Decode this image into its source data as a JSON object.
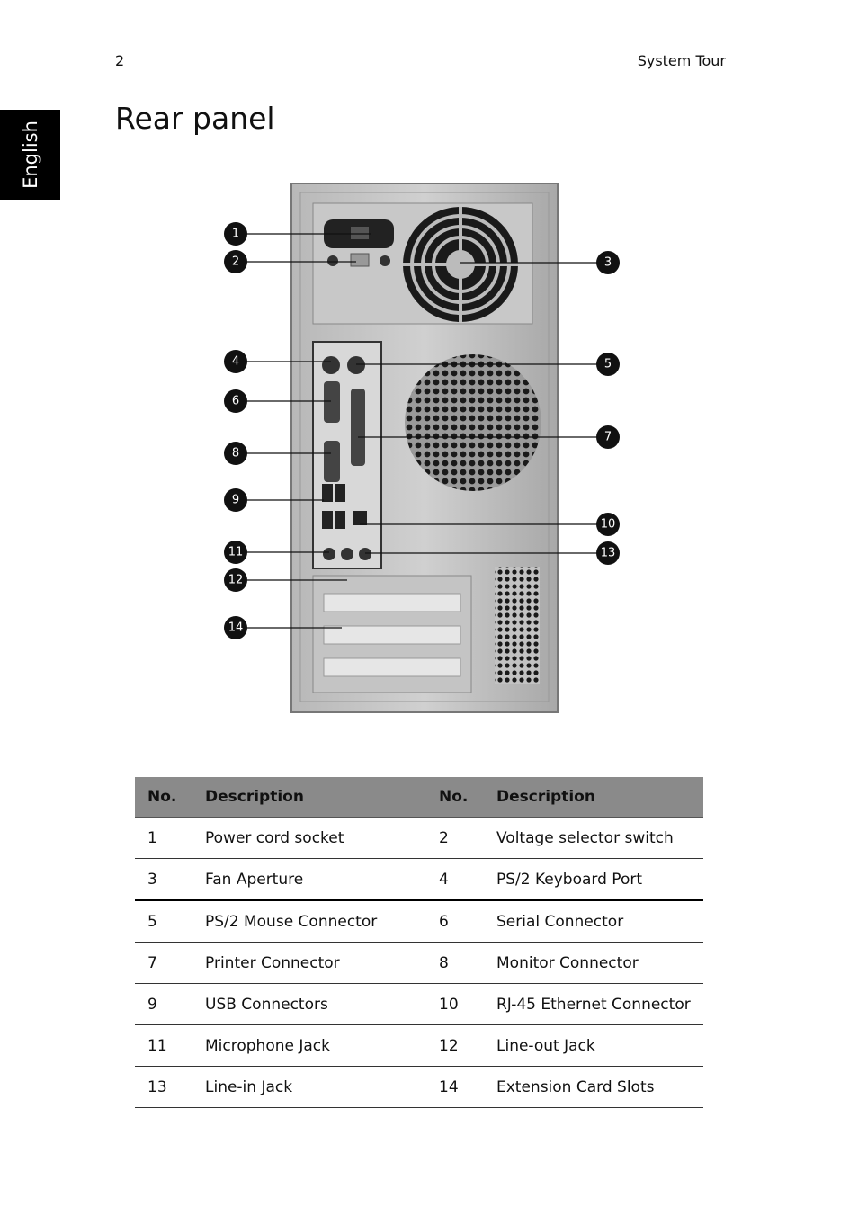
{
  "header": {
    "page_number": "2",
    "section": "System Tour"
  },
  "side_tab": {
    "label": "English"
  },
  "title": "Rear panel",
  "figure": {
    "callouts": [
      "1",
      "2",
      "3",
      "4",
      "5",
      "6",
      "7",
      "8",
      "9",
      "10",
      "11",
      "12",
      "13",
      "14"
    ]
  },
  "table": {
    "headers": [
      "No.",
      "Description",
      "No.",
      "Description"
    ],
    "rows": [
      [
        "1",
        "Power cord socket",
        "2",
        "Voltage selector switch"
      ],
      [
        "3",
        "Fan Aperture",
        "4",
        "PS/2 Keyboard Port"
      ],
      [
        "5",
        "PS/2 Mouse Connector",
        "6",
        "Serial Connector"
      ],
      [
        "7",
        "Printer Connector",
        "8",
        "Monitor Connector"
      ],
      [
        "9",
        "USB Connectors",
        "10",
        "RJ-45 Ethernet Connector"
      ],
      [
        "11",
        "Microphone Jack",
        "12",
        "Line-out Jack"
      ],
      [
        "13",
        "Line-in Jack",
        "14",
        "Extension Card Slots"
      ]
    ]
  }
}
